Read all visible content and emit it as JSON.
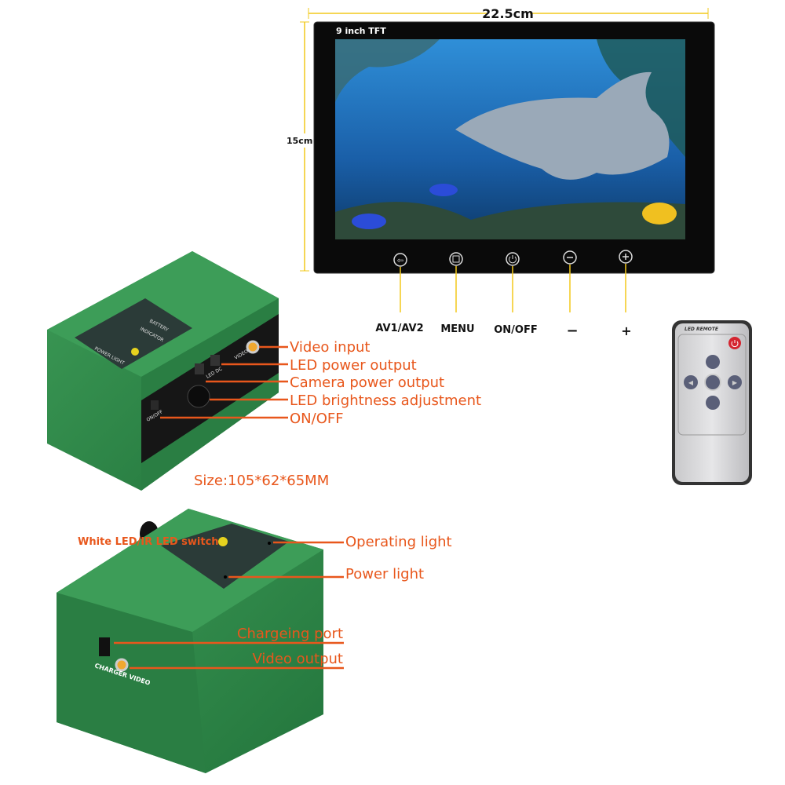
{
  "monitor": {
    "width_label": "22.5cm",
    "height_label": "15cm",
    "model_label": "9 inch TFT",
    "buttons": [
      {
        "icon": "input-source-icon",
        "label": "AV1/AV2"
      },
      {
        "icon": "menu-icon",
        "label": "MENU"
      },
      {
        "icon": "power-icon",
        "label": "ON/OFF"
      },
      {
        "icon": "minus-icon",
        "label": "−"
      },
      {
        "icon": "plus-icon",
        "label": "+"
      }
    ],
    "dimension_color": "#f2c81b"
  },
  "remote": {
    "label": "LED REMOTE",
    "buttons": [
      "power",
      "up",
      "left",
      "MENU",
      "right",
      "down"
    ]
  },
  "control_box_front": {
    "labels": [
      "Video input",
      "LED power output",
      "Camera power output",
      "LED brightness adjustment",
      "ON/OFF"
    ],
    "panel_text": [
      "BATTERY",
      "INDICATOR",
      "POWER LIGHT"
    ],
    "port_text": [
      "ON/OFF",
      "LED DC",
      "VIDEO"
    ],
    "size": "Size:105*62*65MM"
  },
  "control_box_back": {
    "switch_label": "White LED/IR LED switch",
    "labels": [
      "Operating light",
      "Power light",
      "Chargeing port",
      "Video output"
    ],
    "port_text": "CHARGER VIDEO"
  },
  "colors": {
    "annotation": "#e8571c",
    "box_green": "#2f8a4a",
    "panel": "#2b3b38"
  }
}
